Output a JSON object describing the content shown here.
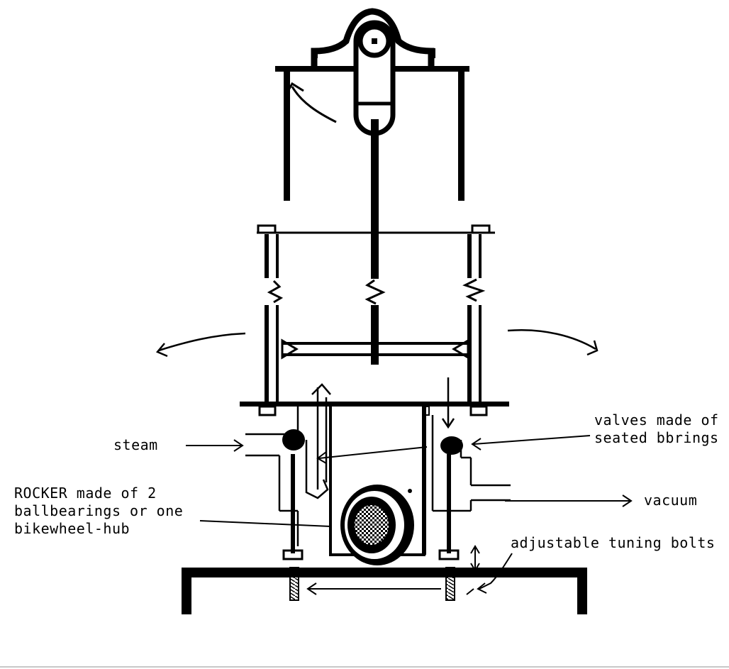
{
  "labels": {
    "steam": "steam",
    "valves": [
      "valves made of",
      "seated bbrings"
    ],
    "rocker": [
      "ROCKER made of 2",
      "ballbearings or one",
      "bikewheel-hub"
    ],
    "vacuum": "vacuum",
    "tuning": "adjustable tuning bolts"
  },
  "colors": {
    "ink": "#000000",
    "paper": "#ffffff"
  }
}
